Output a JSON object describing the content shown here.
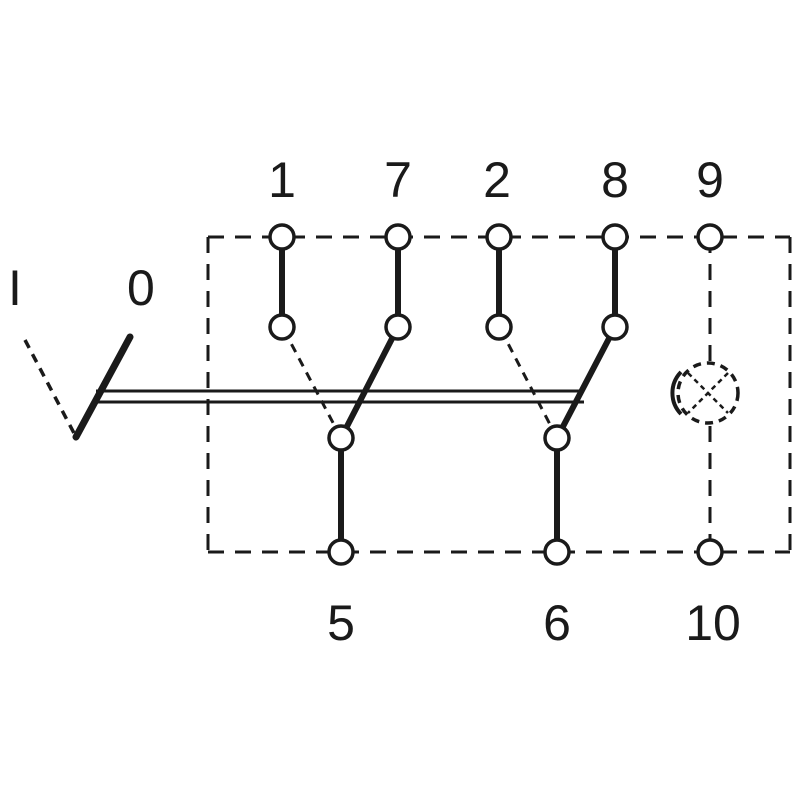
{
  "terminals": {
    "t1": "1",
    "t7": "7",
    "t2": "2",
    "t8": "8",
    "t9": "9",
    "t5": "5",
    "t6": "6",
    "t10": "10"
  },
  "positions": {
    "on": "I",
    "off": "0"
  },
  "colors": {
    "line": "#1a1a1a",
    "background": "#ffffff"
  },
  "icons": {
    "indicator": "lamp-icon"
  }
}
